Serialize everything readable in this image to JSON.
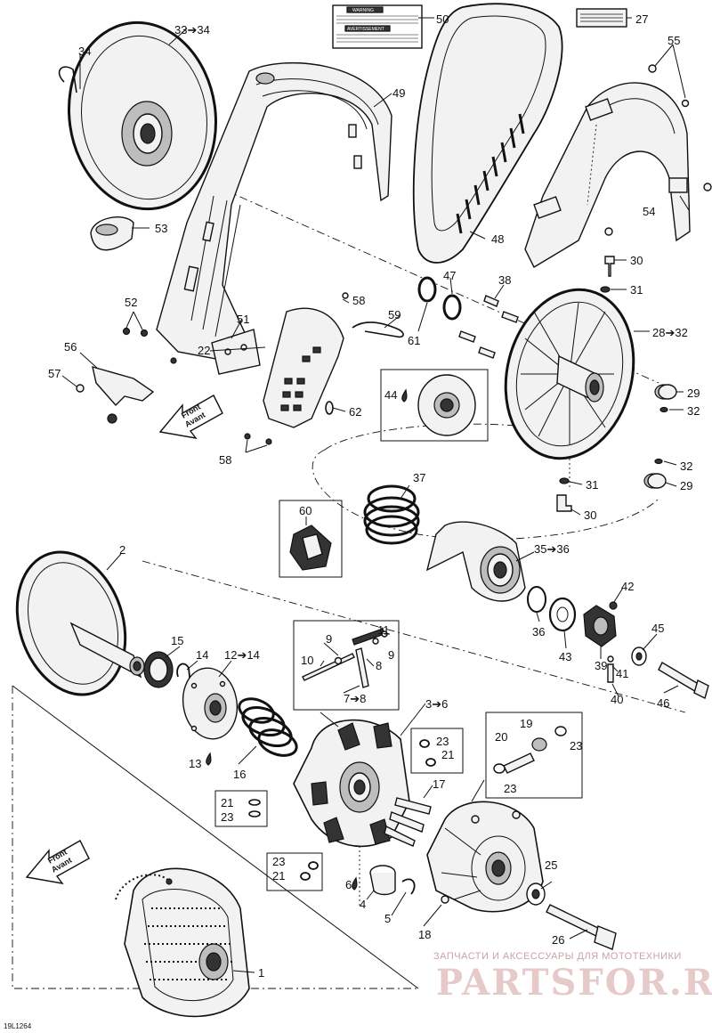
{
  "callouts": {
    "c2": "2",
    "c1": "1",
    "c3_6": "3➔6",
    "c4": "4",
    "c5": "5",
    "c6": "6",
    "c7_8": "7➔8",
    "c8": "8",
    "c9a": "9",
    "c9b": "9",
    "c10": "10",
    "c11": "11",
    "c12_14": "12➔14",
    "c13": "13",
    "c14": "14",
    "c15": "15",
    "c16": "16",
    "c17": "17",
    "c18": "18",
    "c19": "19",
    "c20": "20",
    "c21a": "21",
    "c21b": "21",
    "c21c": "21",
    "c22": "22",
    "c23a": "23",
    "c23b": "23",
    "c23c": "23",
    "c23d": "23",
    "c23e": "23",
    "c25": "25",
    "c26": "26",
    "c27": "27",
    "c28_32": "28➔32",
    "c29a": "29",
    "c29b": "29",
    "c30a": "30",
    "c30b": "30",
    "c31a": "31",
    "c31b": "31",
    "c32a": "32",
    "c32b": "32",
    "c33_34": "33➔34",
    "c34": "34",
    "c35_36": "35➔36",
    "c36": "36",
    "c37": "37",
    "c38": "38",
    "c39": "39",
    "c40": "40",
    "c41": "41",
    "c42": "42",
    "c43": "43",
    "c44": "44",
    "c45": "45",
    "c46": "46",
    "c47": "47",
    "c48": "48",
    "c49": "49",
    "c50": "50",
    "c51": "51",
    "c52": "52",
    "c53": "53",
    "c54": "54",
    "c55": "55",
    "c56": "56",
    "c57": "57",
    "c58a": "58",
    "c58b": "58",
    "c59": "59",
    "c60": "60",
    "c61": "61",
    "c62": "62"
  },
  "front_labels": {
    "top_line1": "Front",
    "top_line2": "Avant",
    "bottom_line1": "Front",
    "bottom_line2": "Avant"
  },
  "warning_label": {
    "header1": "WARNING",
    "header2": "AVERTISSEMENT"
  },
  "drawing_code": "19L1264",
  "watermark": {
    "top": "ЗАПЧАСТИ И АКСЕССУАРЫ ДЛЯ МОТОТЕХНИКИ",
    "logo": "PARTSFOR.RU"
  },
  "colors": {
    "ink": "#111111",
    "paper": "#ffffff",
    "watermark": "#e6c9c9"
  },
  "icons": {
    "lubricant_drop": "drop-icon"
  }
}
